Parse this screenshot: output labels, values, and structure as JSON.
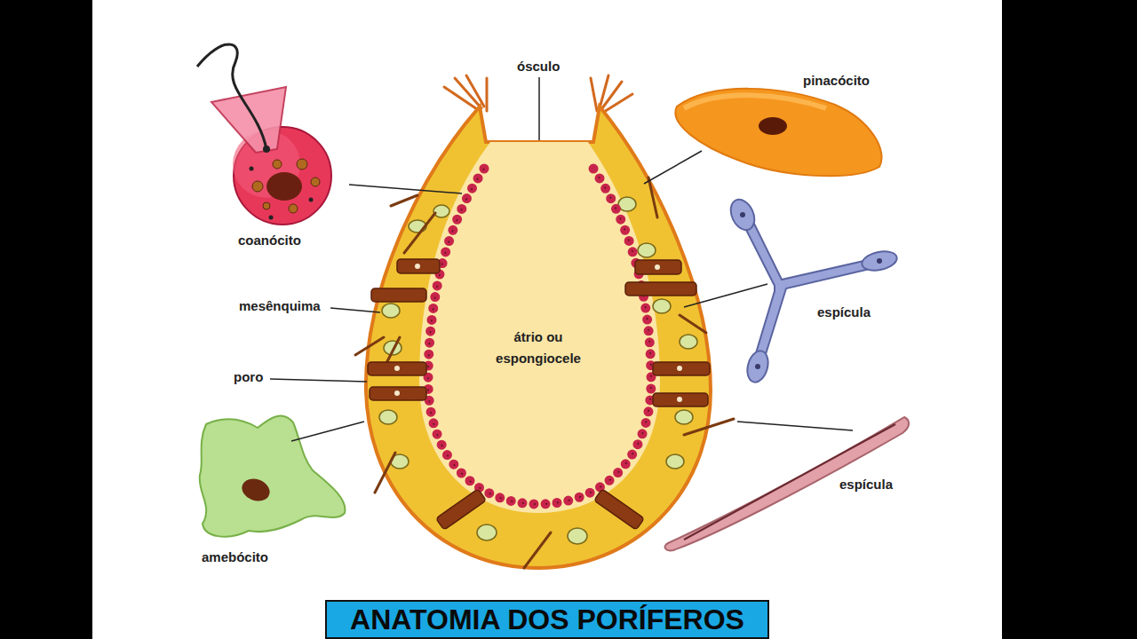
{
  "diagram": {
    "title": "ANATOMIA DOS PORÍFEROS",
    "labels": [
      "ósculo",
      "pinacócito",
      "coanócito",
      "mesênquima",
      "espícula",
      "átrio ou espongiocele",
      "poro",
      "espícula",
      "amebócito"
    ]
  }
}
